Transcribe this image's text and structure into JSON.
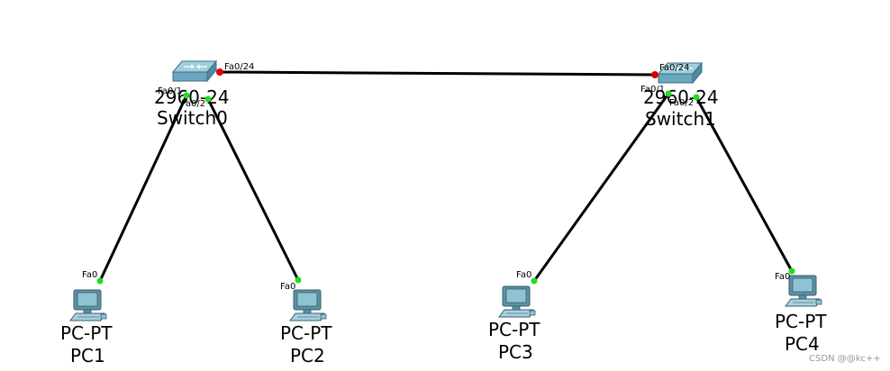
{
  "colors": {
    "link": "#000000",
    "port_up": "#22dd22",
    "port_down": "#dd0000",
    "switch_body": "#6aa6bd",
    "switch_top": "#9fcfdf",
    "pc_screen": "#8fc3d3",
    "pc_body": "#5f8fa3",
    "watermark": "#9a9a9a"
  },
  "switches": [
    {
      "model": "2960-24",
      "name": "Switch0",
      "icon": "switch-icon"
    },
    {
      "model": "2960-24",
      "name": "Switch1",
      "icon": "switch-icon"
    }
  ],
  "pcs": [
    {
      "model": "PC-PT",
      "name": "PC1",
      "icon": "pc-icon",
      "port": "Fa0"
    },
    {
      "model": "PC-PT",
      "name": "PC2",
      "icon": "pc-icon",
      "port": "Fa0"
    },
    {
      "model": "PC-PT",
      "name": "PC3",
      "icon": "pc-icon",
      "port": "Fa0"
    },
    {
      "model": "PC-PT",
      "name": "PC4",
      "icon": "pc-icon",
      "port": "Fa0"
    }
  ],
  "links": [
    {
      "from": "Switch0",
      "from_port": "Fa0/24",
      "to": "Switch1",
      "to_port": "Fa0/24",
      "from_status": "down",
      "to_status": "down"
    },
    {
      "from": "Switch0",
      "from_port": "Fa0/1",
      "to": "PC1",
      "to_port": "Fa0",
      "from_status": "up",
      "to_status": "up"
    },
    {
      "from": "Switch0",
      "from_port": "Fa0/2",
      "to": "PC2",
      "to_port": "Fa0",
      "from_status": "up",
      "to_status": "up"
    },
    {
      "from": "Switch1",
      "from_port": "Fa0/1",
      "to": "PC3",
      "to_port": "Fa0",
      "from_status": "up",
      "to_status": "up"
    },
    {
      "from": "Switch1",
      "from_port": "Fa0/2",
      "to": "PC4",
      "to_port": "Fa0",
      "from_status": "up",
      "to_status": "up"
    }
  ],
  "watermark": "CSDN @@kc++"
}
